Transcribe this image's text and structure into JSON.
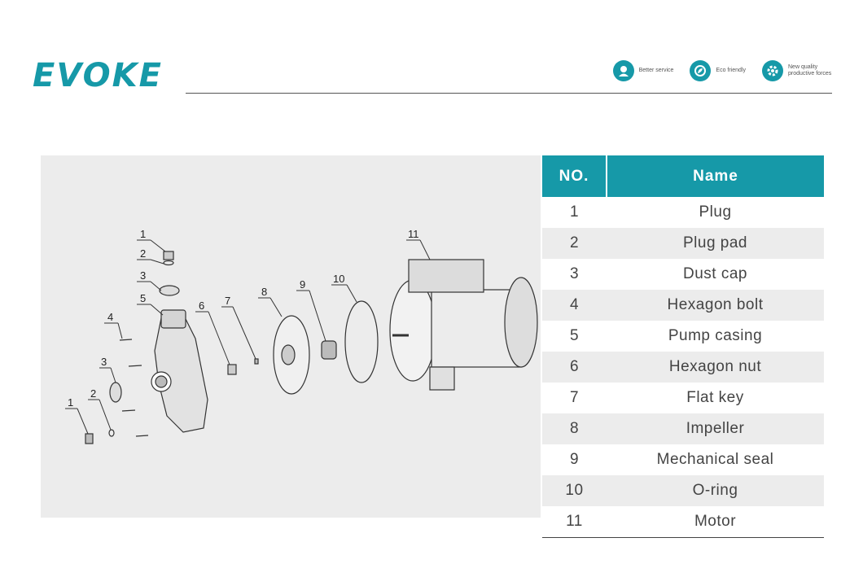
{
  "brand": {
    "logo_text": "EVOKE"
  },
  "badges": [
    {
      "icon": "support-agent-icon",
      "label": "Better service"
    },
    {
      "icon": "eco-leaf-icon",
      "label": "Eco friendly"
    },
    {
      "icon": "gear-icon",
      "label": "New quality productive forces"
    }
  ],
  "table": {
    "headers": {
      "no": "NO.",
      "name": "Name"
    },
    "rows": [
      {
        "no": "1",
        "name": "Plug"
      },
      {
        "no": "2",
        "name": "Plug pad"
      },
      {
        "no": "3",
        "name": "Dust cap"
      },
      {
        "no": "4",
        "name": "Hexagon bolt"
      },
      {
        "no": "5",
        "name": "Pump casing"
      },
      {
        "no": "6",
        "name": "Hexagon nut"
      },
      {
        "no": "7",
        "name": "Flat key"
      },
      {
        "no": "8",
        "name": "Impeller"
      },
      {
        "no": "9",
        "name": "Mechanical seal"
      },
      {
        "no": "10",
        "name": "O-ring"
      },
      {
        "no": "11",
        "name": "Motor"
      }
    ]
  },
  "diagram": {
    "callouts": [
      "1",
      "2",
      "3",
      "5",
      "4",
      "3",
      "1",
      "2",
      "6",
      "7",
      "8",
      "9",
      "10",
      "11"
    ]
  },
  "colors": {
    "accent": "#1699a8",
    "row_alt": "#ececec",
    "diagram_bg": "#ececec"
  }
}
